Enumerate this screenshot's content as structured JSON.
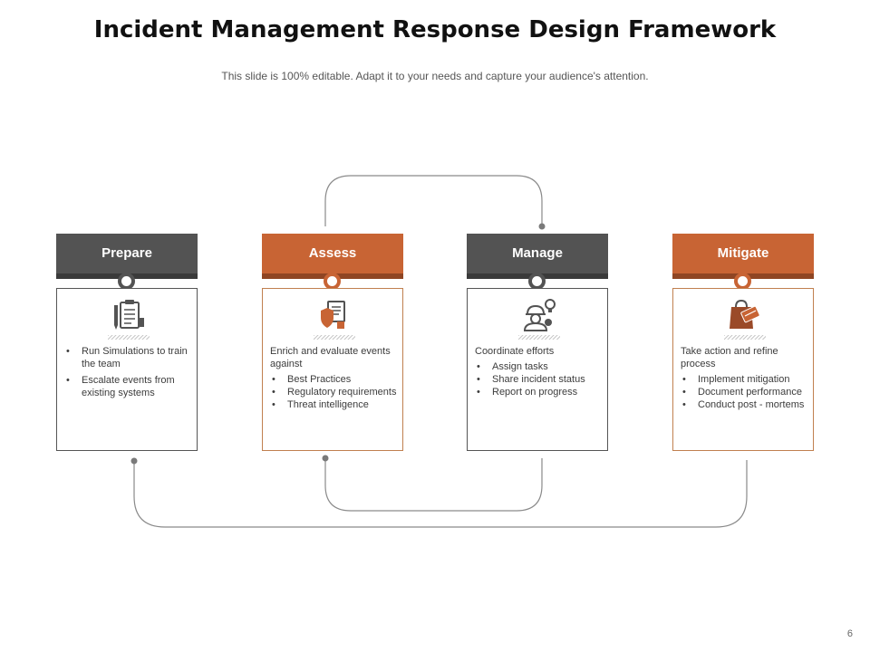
{
  "title": "Incident Management Response Design Framework",
  "subtitle": "This slide is 100% editable. Adapt it to your needs and capture your audience's attention.",
  "page_number": "6",
  "colors": {
    "dark": "#535353",
    "orange": "#c86434",
    "connector": "#8a8a8a"
  },
  "stages": [
    {
      "label": "Prepare",
      "theme": "dark",
      "icon": "clipboard-checklist-icon",
      "intro": "",
      "bullets": [
        "Run Simulations to train the team",
        "Escalate events from existing systems"
      ]
    },
    {
      "label": "Assess",
      "theme": "orange",
      "icon": "shield-document-icon",
      "intro": "Enrich  and evaluate events against",
      "bullets": [
        "Best Practices",
        "Regulatory requirements",
        "Threat intelligence"
      ]
    },
    {
      "label": "Manage",
      "theme": "dark",
      "icon": "worker-lightbulb-icon",
      "intro": "Coordinate efforts",
      "bullets": [
        "Assign tasks",
        "Share incident status",
        "Report on progress"
      ]
    },
    {
      "label": "Mitigate",
      "theme": "orange",
      "icon": "bag-card-icon",
      "intro": "Take action and refine process",
      "bullets": [
        "Implement mitigation",
        "Document performance",
        "Conduct post - mortems"
      ]
    }
  ]
}
